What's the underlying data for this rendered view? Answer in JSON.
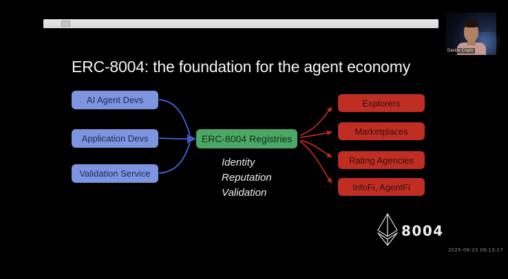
{
  "window": {
    "timestamp": "2025-09-23 09:13:17"
  },
  "webcam": {
    "participant_name": "Davide Crapis"
  },
  "slide": {
    "title": "ERC-8004: the foundation for the agent economy",
    "diagram": {
      "sources": [
        {
          "label": "AI Agent Devs"
        },
        {
          "label": "Application Devs"
        },
        {
          "label": "Validation Service"
        }
      ],
      "hub": {
        "label": "ERC-8004 Registries",
        "notes": [
          "Identity",
          "Reputation",
          "Validation"
        ]
      },
      "consumers": [
        {
          "label": "Explorers"
        },
        {
          "label": "Marketplaces"
        },
        {
          "label": "Rating Agencies"
        },
        {
          "label": "InfoFi, AgentFi"
        }
      ]
    },
    "logo": {
      "icon": "ethereum-logo",
      "text": "8004"
    }
  },
  "colors": {
    "source_box": "#7d95e0",
    "hub_box": "#4ca766",
    "consumer_box": "#c02d23",
    "source_connector": "#3f5cc8",
    "consumer_connector": "#c22a20",
    "slide_background": "#000000",
    "title_text": "#f4f4f4"
  }
}
